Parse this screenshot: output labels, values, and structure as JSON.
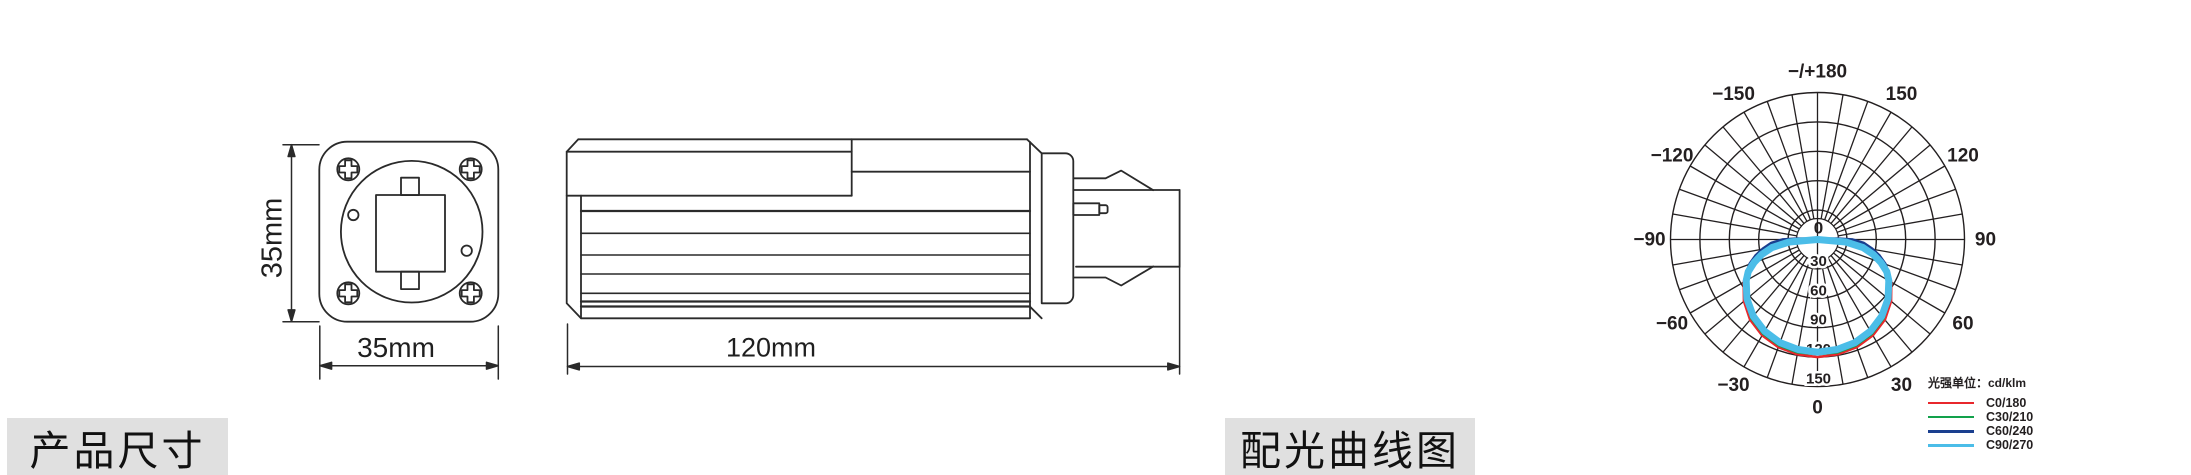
{
  "sections": {
    "product_size_title": "产品尺寸",
    "photometric_title": "配光曲线图"
  },
  "front_view": {
    "height_dim": "35mm",
    "width_dim": "35mm"
  },
  "side_view": {
    "length_dim": "120mm"
  },
  "chart_data": {
    "type": "line",
    "subtype": "polar-photometric",
    "title": "配光曲线图",
    "unit_label": "光强单位：cd/klm",
    "center_label": "0",
    "ring_values": [
      30,
      60,
      90,
      120,
      150
    ],
    "grid": {
      "spoke_step_deg": 10,
      "inner_radius_px": 21,
      "max_value": 150,
      "grid_color": "#231f20"
    },
    "angle_tick_labels": [
      {
        "label": "−/+180",
        "deg": 180
      },
      {
        "label": "−150",
        "deg": -150
      },
      {
        "label": "150",
        "deg": 150
      },
      {
        "label": "−120",
        "deg": -120
      },
      {
        "label": "120",
        "deg": 120
      },
      {
        "label": "−90",
        "deg": -90
      },
      {
        "label": "90",
        "deg": 90
      },
      {
        "label": "−60",
        "deg": -60
      },
      {
        "label": "60",
        "deg": 60
      },
      {
        "label": "−30",
        "deg": -30
      },
      {
        "label": "30",
        "deg": 30
      },
      {
        "label": "0",
        "deg": 0
      }
    ],
    "series": [
      {
        "name": "C0/180",
        "color": "#e8272c",
        "width": 2.5,
        "points": [
          [
            -90,
            0
          ],
          [
            -85,
            29
          ],
          [
            -80,
            48
          ],
          [
            -75,
            61
          ],
          [
            -70,
            71
          ],
          [
            -65,
            80
          ],
          [
            -60,
            87
          ],
          [
            -50,
            98
          ],
          [
            -40,
            107
          ],
          [
            -30,
            113
          ],
          [
            -20,
            117
          ],
          [
            -10,
            119
          ],
          [
            0,
            120
          ],
          [
            10,
            119
          ],
          [
            20,
            117
          ],
          [
            30,
            113
          ],
          [
            40,
            107
          ],
          [
            50,
            98
          ],
          [
            60,
            87
          ],
          [
            65,
            80
          ],
          [
            70,
            71
          ],
          [
            75,
            61
          ],
          [
            80,
            48
          ],
          [
            85,
            29
          ],
          [
            90,
            0
          ]
        ]
      },
      {
        "name": "C30/210",
        "color": "#12a14b",
        "width": 2.5,
        "points": [
          [
            -90,
            0
          ],
          [
            -85,
            29
          ],
          [
            -80,
            47
          ],
          [
            -75,
            60
          ],
          [
            -70,
            70
          ],
          [
            -65,
            79
          ],
          [
            -60,
            86
          ],
          [
            -50,
            96
          ],
          [
            -40,
            105
          ],
          [
            -30,
            111
          ],
          [
            -20,
            115
          ],
          [
            -10,
            117
          ],
          [
            0,
            117
          ],
          [
            10,
            117
          ],
          [
            20,
            115
          ],
          [
            30,
            111
          ],
          [
            40,
            105
          ],
          [
            50,
            96
          ],
          [
            60,
            86
          ],
          [
            65,
            79
          ],
          [
            70,
            70
          ],
          [
            75,
            60
          ],
          [
            80,
            47
          ],
          [
            85,
            29
          ],
          [
            90,
            0
          ]
        ]
      },
      {
        "name": "C60/240",
        "color": "#1a3f8f",
        "width": 4,
        "points": [
          [
            -92.5,
            0
          ],
          [
            -91,
            20
          ],
          [
            -89,
            35
          ],
          [
            -85,
            47
          ],
          [
            -80,
            56
          ],
          [
            -75,
            65
          ],
          [
            -70,
            73
          ],
          [
            -65,
            79
          ],
          [
            -60,
            85
          ],
          [
            -50,
            94
          ],
          [
            -40,
            102
          ],
          [
            -30,
            108
          ],
          [
            -20,
            111
          ],
          [
            -10,
            113
          ],
          [
            0,
            114
          ],
          [
            10,
            113
          ],
          [
            20,
            111
          ],
          [
            30,
            108
          ],
          [
            40,
            102
          ],
          [
            50,
            94
          ],
          [
            60,
            85
          ],
          [
            65,
            79
          ],
          [
            70,
            73
          ],
          [
            75,
            65
          ],
          [
            80,
            56
          ],
          [
            85,
            47
          ],
          [
            89,
            35
          ],
          [
            91,
            20
          ],
          [
            92.5,
            0
          ]
        ]
      },
      {
        "name": "C90/270",
        "color": "#4bbde8",
        "width": 7,
        "points": [
          [
            -90,
            0
          ],
          [
            -85,
            29
          ],
          [
            -80,
            47
          ],
          [
            -75,
            59
          ],
          [
            -70,
            69
          ],
          [
            -65,
            78
          ],
          [
            -60,
            84
          ],
          [
            -50,
            94
          ],
          [
            -40,
            102
          ],
          [
            -30,
            108
          ],
          [
            -20,
            112
          ],
          [
            -10,
            114
          ],
          [
            0,
            115
          ],
          [
            10,
            114
          ],
          [
            20,
            112
          ],
          [
            30,
            108
          ],
          [
            40,
            102
          ],
          [
            50,
            94
          ],
          [
            60,
            84
          ],
          [
            65,
            78
          ],
          [
            70,
            69
          ],
          [
            75,
            59
          ],
          [
            80,
            47
          ],
          [
            85,
            29
          ],
          [
            90,
            0
          ]
        ]
      }
    ]
  }
}
